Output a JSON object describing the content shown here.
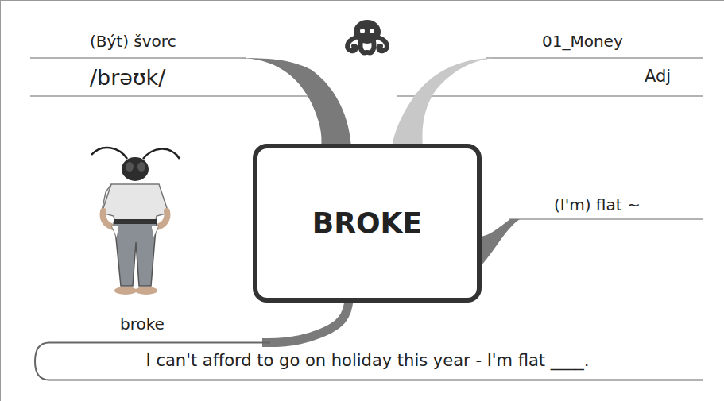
{
  "diagram": {
    "nodes": [
      {
        "text": [
          "BROKE"
        ]
      },
      {
        "text": [
          "I can't afford to go on holiday this year - I'm flat ____."
        ]
      }
    ],
    "edges": [
      {
        "from": 0,
        "to": 1,
        "arrow": "none"
      }
    ],
    "labels": [
      "(Být) švorc",
      "/brəʊk/",
      "01_Money",
      "Adj",
      "(I'm) flat ~",
      "broke"
    ]
  }
}
